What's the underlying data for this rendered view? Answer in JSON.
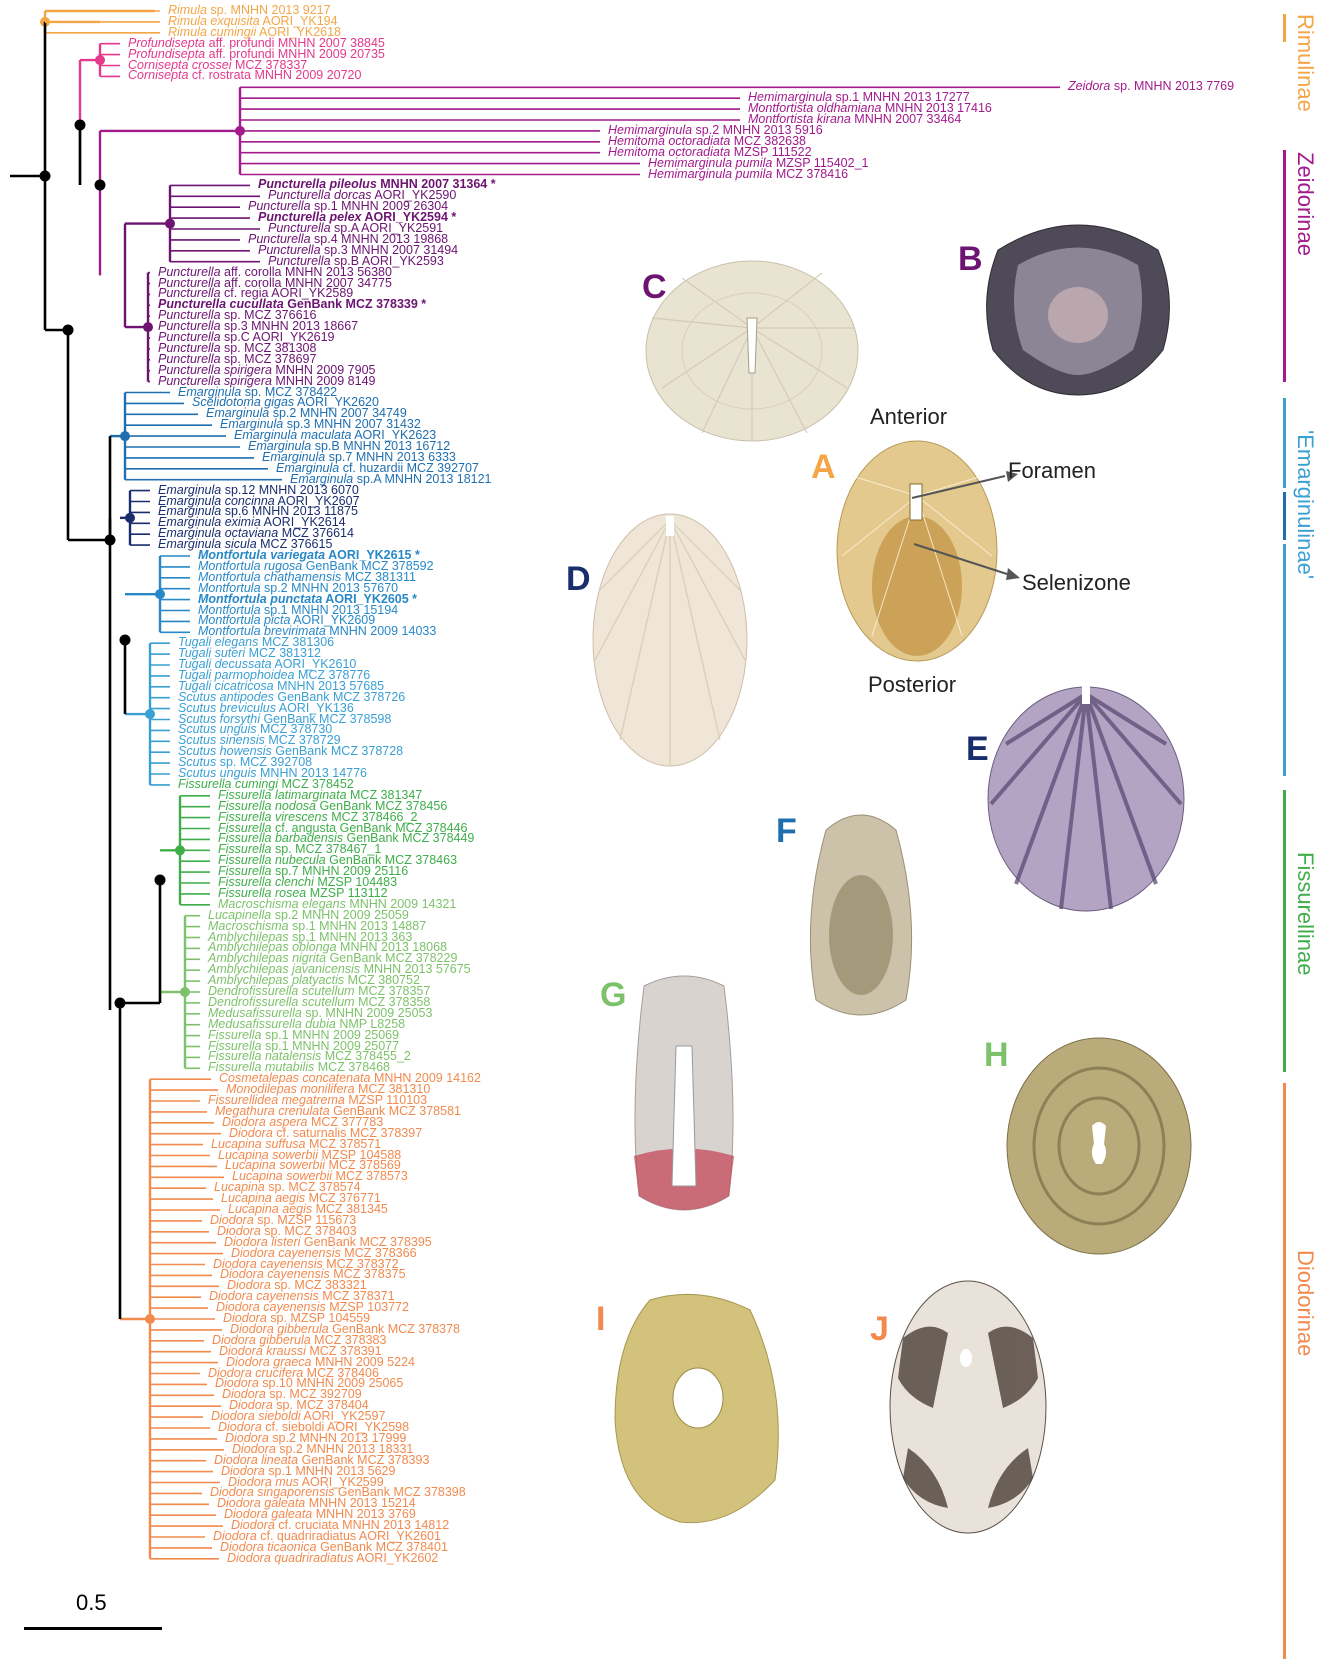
{
  "colors": {
    "rimulinae": "#f4a646",
    "rimula_light": "#f2b25a",
    "zeidorinae_pink": "#e4398c",
    "zeidorinae": "#a21a8c",
    "puncturella": "#6d1473",
    "emarg_blue": "#1f6fb0",
    "emarg_dark": "#1a2e6e",
    "montfortula": "#2788c8",
    "scutus": "#3aa0d4",
    "fissurella": "#3fae4a",
    "fiss_light": "#7dc26a",
    "diodorinae": "#f28a4e",
    "backbone": "#000000"
  },
  "tips": [
    {
      "g": "Rimula",
      "s": "sp.",
      "v": "MNHN 2013 9217",
      "c": "rimulinae"
    },
    {
      "g": "Rimula exquisita",
      "s": "",
      "v": "AORI_YK194",
      "c": "rimulinae"
    },
    {
      "g": "Rimula cumingii",
      "s": "",
      "v": "AORI_YK2618",
      "c": "rimulinae"
    },
    {
      "g": "Profundisepta",
      "s": "aff. profundi",
      "v": "MNHN 2007 38845",
      "c": "zeidorinae_pink"
    },
    {
      "g": "Profundisepta",
      "s": "aff. profundi",
      "v": "MNHN 2009 20735",
      "c": "zeidorinae_pink"
    },
    {
      "g": "Cornisepta crossei",
      "s": "",
      "v": "MCZ 378337",
      "c": "zeidorinae_pink"
    },
    {
      "g": "Cornisepta",
      "s": "cf. rostrata",
      "v": "MNHN 2009 20720",
      "c": "zeidorinae_pink"
    },
    {
      "g": "Zeidora",
      "s": "sp.",
      "v": "MNHN 2013 7769",
      "c": "zeidorinae"
    },
    {
      "g": "Hemimarginula",
      "s": "sp.1",
      "v": "MNHN 2013 17277",
      "c": "zeidorinae"
    },
    {
      "g": "Montfortista oldhamiana",
      "s": "",
      "v": "MNHN 2013 17416",
      "c": "zeidorinae"
    },
    {
      "g": "Montfortista kirana",
      "s": "",
      "v": "MNHN 2007 33464",
      "c": "zeidorinae"
    },
    {
      "g": "Hemimarginula",
      "s": "sp.2",
      "v": "MNHN 2013 5916",
      "c": "zeidorinae"
    },
    {
      "g": "Hemitoma octoradiata",
      "s": "",
      "v": "MCZ 382638",
      "c": "zeidorinae"
    },
    {
      "g": "Hemitoma octoradiata",
      "s": "",
      "v": "MZSP 111522",
      "c": "zeidorinae"
    },
    {
      "g": "Hemimarginula pumila",
      "s": "",
      "v": "MZSP 115402_1",
      "c": "zeidorinae"
    },
    {
      "g": "Hemimarginula pumila",
      "s": "",
      "v": "MCZ 378416",
      "c": "zeidorinae"
    },
    {
      "g": "Puncturella pileolus",
      "s": "",
      "v": "MNHN 2007 31364 *",
      "c": "puncturella",
      "b": true
    },
    {
      "g": "Puncturella dorcas",
      "s": "",
      "v": "AORI_YK2590",
      "c": "puncturella"
    },
    {
      "g": "Puncturella",
      "s": "sp.1",
      "v": "MNHN 2009 26304",
      "c": "puncturella"
    },
    {
      "g": "Puncturella pelex",
      "s": "",
      "v": "AORI_YK2594 *",
      "c": "puncturella",
      "b": true
    },
    {
      "g": "Puncturella",
      "s": "sp.A",
      "v": "AORI_YK2591",
      "c": "puncturella"
    },
    {
      "g": "Puncturella",
      "s": "sp.4",
      "v": "MNHN 2013 19868",
      "c": "puncturella"
    },
    {
      "g": "Puncturella",
      "s": "sp.3",
      "v": "MNHN 2007 31494",
      "c": "puncturella"
    },
    {
      "g": "Puncturella",
      "s": "sp.B",
      "v": "AORI_YK2593",
      "c": "puncturella"
    },
    {
      "g": "Puncturella",
      "s": "aff. corolla",
      "v": "MNHN 2013 56380",
      "c": "puncturella"
    },
    {
      "g": "Puncturella",
      "s": "aff. corolla",
      "v": "MNHN 2007 34775",
      "c": "puncturella"
    },
    {
      "g": "Puncturella",
      "s": "cf. regia",
      "v": "AORI_YK2589",
      "c": "puncturella"
    },
    {
      "g": "Puncturella cucullata",
      "s": "",
      "v": "GenBank MCZ 378339 *",
      "c": "puncturella",
      "b": true
    },
    {
      "g": "Puncturella",
      "s": "sp.",
      "v": "MCZ 376616",
      "c": "puncturella"
    },
    {
      "g": "Puncturella",
      "s": "sp.3",
      "v": "MNHN 2013 18667",
      "c": "puncturella"
    },
    {
      "g": "Puncturella",
      "s": "sp.C",
      "v": "AORI_YK2619",
      "c": "puncturella"
    },
    {
      "g": "Puncturella",
      "s": "sp.",
      "v": "MCZ 381308",
      "c": "puncturella"
    },
    {
      "g": "Puncturella",
      "s": "sp.",
      "v": "MCZ 378697",
      "c": "puncturella"
    },
    {
      "g": "Puncturella spirigera",
      "s": "",
      "v": "MNHN 2009 7905",
      "c": "puncturella"
    },
    {
      "g": "Puncturella spirigera",
      "s": "",
      "v": "MNHN 2009 8149",
      "c": "puncturella"
    },
    {
      "g": "Emarginula",
      "s": "sp.",
      "v": "MCZ 378422",
      "c": "emarg_blue"
    },
    {
      "g": "Scelidotoma gigas",
      "s": "",
      "v": "AORI_YK2620",
      "c": "emarg_blue"
    },
    {
      "g": "Emarginula",
      "s": "sp.2",
      "v": "MNHN 2007 34749",
      "c": "emarg_blue"
    },
    {
      "g": "Emarginula",
      "s": "sp.3",
      "v": "MNHN 2007 31432",
      "c": "emarg_blue"
    },
    {
      "g": "Emarginula maculata",
      "s": "",
      "v": "AORI_YK2623",
      "c": "emarg_blue"
    },
    {
      "g": "Emarginula",
      "s": "sp.B",
      "v": "MNHN 2013 16712",
      "c": "emarg_blue"
    },
    {
      "g": "Emarginula",
      "s": "sp.7",
      "v": "MNHN 2013 6333",
      "c": "emarg_blue"
    },
    {
      "g": "Emarginula",
      "s": "cf. huzardii",
      "v": "MCZ 392707",
      "c": "emarg_blue"
    },
    {
      "g": "Emarginula",
      "s": "sp.A",
      "v": "MNHN 2013 18121",
      "c": "emarg_blue"
    },
    {
      "g": "Emarginula",
      "s": "sp.12",
      "v": "MNHN 2013 6070",
      "c": "emarg_dark"
    },
    {
      "g": "Emarginula concinna",
      "s": "",
      "v": "AORI_YK2607",
      "c": "emarg_dark"
    },
    {
      "g": "Emarginula",
      "s": "sp.6",
      "v": "MNHN 2013 11875",
      "c": "emarg_dark"
    },
    {
      "g": "Emarginula eximia",
      "s": "",
      "v": "AORI_YK2614",
      "c": "emarg_dark"
    },
    {
      "g": "Emarginula octaviana",
      "s": "",
      "v": "MCZ 376614",
      "c": "emarg_dark"
    },
    {
      "g": "Emarginula sicula",
      "s": "",
      "v": "MCZ 376615",
      "c": "emarg_dark"
    },
    {
      "g": "Montfortula variegata",
      "s": "",
      "v": "AORI_YK2615 *",
      "c": "montfortula",
      "b": true
    },
    {
      "g": "Montfortula rugosa",
      "s": "",
      "v": "GenBank MCZ 378592",
      "c": "montfortula"
    },
    {
      "g": "Montfortula chathamensis",
      "s": "",
      "v": "MCZ 381311",
      "c": "montfortula"
    },
    {
      "g": "Montfortula",
      "s": "sp.2",
      "v": "MNHN 2013 57670",
      "c": "montfortula"
    },
    {
      "g": "Montfortula punctata",
      "s": "",
      "v": "AORI_YK2605 *",
      "c": "montfortula",
      "b": true
    },
    {
      "g": "Montfortula",
      "s": "sp.1",
      "v": "MNHN 2013 15194",
      "c": "montfortula"
    },
    {
      "g": "Montfortula picta",
      "s": "",
      "v": "AORI_YK2609",
      "c": "montfortula"
    },
    {
      "g": "Montfortula brevirimata",
      "s": "",
      "v": "MNHN 2009 14033",
      "c": "montfortula"
    },
    {
      "g": "Tugali elegans",
      "s": "",
      "v": "MCZ 381306",
      "c": "scutus"
    },
    {
      "g": "Tugali suteri",
      "s": "",
      "v": "MCZ 381312",
      "c": "scutus"
    },
    {
      "g": "Tugali decussata",
      "s": "",
      "v": "AORI_YK2610",
      "c": "scutus"
    },
    {
      "g": "Tugali parmophoidea",
      "s": "",
      "v": "MCZ 378776",
      "c": "scutus"
    },
    {
      "g": "Tugali cicatricosa",
      "s": "",
      "v": "MNHN 2013 57685",
      "c": "scutus"
    },
    {
      "g": "Scutus antipodes",
      "s": "",
      "v": "GenBank MCZ 378726",
      "c": "scutus"
    },
    {
      "g": "Scutus breviculus",
      "s": "",
      "v": "AORI_YK136",
      "c": "scutus"
    },
    {
      "g": "Scutus forsythi",
      "s": "",
      "v": "GenBank MCZ 378598",
      "c": "scutus"
    },
    {
      "g": "Scutus unguis",
      "s": "",
      "v": "MCZ 378730",
      "c": "scutus"
    },
    {
      "g": "Scutus sinensis",
      "s": "",
      "v": "MCZ 378729",
      "c": "scutus"
    },
    {
      "g": "Scutus howensis",
      "s": "",
      "v": "GenBank MCZ 378728",
      "c": "scutus"
    },
    {
      "g": "Scutus",
      "s": "sp.",
      "v": "MCZ 392708",
      "c": "scutus"
    },
    {
      "g": "Scutus unguis",
      "s": "",
      "v": "MNHN 2013 14776",
      "c": "scutus"
    },
    {
      "g": "Fissurella cumingi",
      "s": "",
      "v": "MCZ 378452",
      "c": "fissurella"
    },
    {
      "g": "Fissurella latimarginata",
      "s": "",
      "v": "MCZ 381347",
      "c": "fissurella"
    },
    {
      "g": "Fissurella nodosa",
      "s": "",
      "v": "GenBank MCZ 378456",
      "c": "fissurella"
    },
    {
      "g": "Fissurella virescens",
      "s": "",
      "v": "MCZ 378466_2",
      "c": "fissurella"
    },
    {
      "g": "Fissurella",
      "s": "cf. angusta",
      "v": "GenBank MCZ 378446",
      "c": "fissurella"
    },
    {
      "g": "Fissurella barbadensis",
      "s": "",
      "v": "GenBank MCZ 378449",
      "c": "fissurella"
    },
    {
      "g": "Fissurella",
      "s": "sp.",
      "v": "MCZ 378467_1",
      "c": "fissurella"
    },
    {
      "g": "Fissurella nubecula",
      "s": "",
      "v": "GenBank MCZ 378463",
      "c": "fissurella"
    },
    {
      "g": "Fissurella",
      "s": "sp.7",
      "v": "MNHN 2009 25116",
      "c": "fissurella"
    },
    {
      "g": "Fissurella clenchi",
      "s": "",
      "v": "MZSP 104483",
      "c": "fissurella"
    },
    {
      "g": "Fissurella rosea",
      "s": "",
      "v": "MZSP 113112",
      "c": "fissurella"
    },
    {
      "g": "Macroschisma elegans",
      "s": "",
      "v": "MNHN 2009 14321",
      "c": "fiss_light"
    },
    {
      "g": "Lucapinella",
      "s": "sp.2",
      "v": "MNHN 2009 25059",
      "c": "fiss_light"
    },
    {
      "g": "Macroschisma",
      "s": "sp.1",
      "v": "MNHN 2013 14887",
      "c": "fiss_light"
    },
    {
      "g": "Amblychilepas",
      "s": "sp.1",
      "v": "MNHN 2013 363",
      "c": "fiss_light"
    },
    {
      "g": "Amblychilepas oblonga",
      "s": "",
      "v": "MNHN 2013 18068",
      "c": "fiss_light"
    },
    {
      "g": "Amblychilepas nigrita",
      "s": "",
      "v": "GenBank MCZ 378229",
      "c": "fiss_light"
    },
    {
      "g": "Amblychilepas javanicensis",
      "s": "",
      "v": "MNHN 2013 57675",
      "c": "fiss_light"
    },
    {
      "g": "Amblychilepas platyactis",
      "s": "",
      "v": "MCZ 380752",
      "c": "fiss_light"
    },
    {
      "g": "Dendrofissurella scutellum",
      "s": "",
      "v": "MCZ 378357",
      "c": "fiss_light"
    },
    {
      "g": "Dendrofissurella scutellum",
      "s": "",
      "v": "MCZ 378358",
      "c": "fiss_light"
    },
    {
      "g": "Medusafissurella",
      "s": "sp.",
      "v": "MNHN 2009 25053",
      "c": "fiss_light"
    },
    {
      "g": "Medusafissurella dubia",
      "s": "",
      "v": "NMP L8258",
      "c": "fiss_light"
    },
    {
      "g": "Fissurella",
      "s": "sp.1",
      "v": "MNHN 2009 25069",
      "c": "fiss_light"
    },
    {
      "g": "Fissurella",
      "s": "sp.1",
      "v": "MNHN 2009 25077",
      "c": "fiss_light"
    },
    {
      "g": "Fissurella natalensis",
      "s": "",
      "v": "MCZ 378455_2",
      "c": "fiss_light"
    },
    {
      "g": "Fissurella mutabilis",
      "s": "",
      "v": "MCZ 378468",
      "c": "fiss_light"
    },
    {
      "g": "Cosmetalepas concatenata",
      "s": "",
      "v": "MNHN 2009 14162",
      "c": "diodorinae"
    },
    {
      "g": "Monodilepas monilifera",
      "s": "",
      "v": "MCZ 381310",
      "c": "diodorinae"
    },
    {
      "g": "Fissurellidea megatrema",
      "s": "",
      "v": "MZSP 110103",
      "c": "diodorinae"
    },
    {
      "g": "Megathura crenulata",
      "s": "",
      "v": "GenBank MCZ 378581",
      "c": "diodorinae"
    },
    {
      "g": "Diodora aspera",
      "s": "",
      "v": "MCZ 377783",
      "c": "diodorinae"
    },
    {
      "g": "Diodora",
      "s": "cf. saturnalis",
      "v": "MCZ 378397",
      "c": "diodorinae"
    },
    {
      "g": "Lucapina suffusa",
      "s": "",
      "v": "MCZ 378571",
      "c": "diodorinae"
    },
    {
      "g": "Lucapina sowerbii",
      "s": "",
      "v": "MZSP 104588",
      "c": "diodorinae"
    },
    {
      "g": "Lucapina sowerbii",
      "s": "",
      "v": "MCZ 378569",
      "c": "diodorinae"
    },
    {
      "g": "Lucapina sowerbii",
      "s": "",
      "v": "MCZ 378573",
      "c": "diodorinae"
    },
    {
      "g": "Lucapina",
      "s": "sp.",
      "v": "MCZ 378574",
      "c": "diodorinae"
    },
    {
      "g": "Lucapina aegis",
      "s": "",
      "v": "MCZ 376771",
      "c": "diodorinae"
    },
    {
      "g": "Lucapina aegis",
      "s": "",
      "v": "MCZ 381345",
      "c": "diodorinae"
    },
    {
      "g": "Diodora",
      "s": "sp.",
      "v": "MZSP 115673",
      "c": "diodorinae"
    },
    {
      "g": "Diodora",
      "s": "sp.",
      "v": "MCZ 378403",
      "c": "diodorinae"
    },
    {
      "g": "Diodora listeri",
      "s": "",
      "v": "GenBank MCZ 378395",
      "c": "diodorinae"
    },
    {
      "g": "Diodora cayenensis",
      "s": "",
      "v": "MCZ 378366",
      "c": "diodorinae"
    },
    {
      "g": "Diodora cayenensis",
      "s": "",
      "v": "MCZ 378372",
      "c": "diodorinae"
    },
    {
      "g": "Diodora cayenensis",
      "s": "",
      "v": "MCZ 378375",
      "c": "diodorinae"
    },
    {
      "g": "Diodora",
      "s": "sp.",
      "v": "MCZ 383321",
      "c": "diodorinae"
    },
    {
      "g": "Diodora cayenensis",
      "s": "",
      "v": "MCZ 378371",
      "c": "diodorinae"
    },
    {
      "g": "Diodora cayenensis",
      "s": "",
      "v": "MZSP 103772",
      "c": "diodorinae"
    },
    {
      "g": "Diodora",
      "s": "sp.",
      "v": "MZSP 104559",
      "c": "diodorinae"
    },
    {
      "g": "Diodora gibberula",
      "s": "",
      "v": "GenBank MCZ 378378",
      "c": "diodorinae"
    },
    {
      "g": "Diodora gibberula",
      "s": "",
      "v": "MCZ 378383",
      "c": "diodorinae"
    },
    {
      "g": "Diodora kraussi",
      "s": "",
      "v": "MCZ 378391",
      "c": "diodorinae"
    },
    {
      "g": "Diodora graeca",
      "s": "",
      "v": "MNHN 2009 5224",
      "c": "diodorinae"
    },
    {
      "g": "Diodora crucifera",
      "s": "",
      "v": "MCZ 378406",
      "c": "diodorinae"
    },
    {
      "g": "Diodora",
      "s": "sp.10",
      "v": "MNHN 2009 25065",
      "c": "diodorinae"
    },
    {
      "g": "Diodora",
      "s": "sp.",
      "v": "MCZ 392709",
      "c": "diodorinae"
    },
    {
      "g": "Diodora",
      "s": "sp.",
      "v": "MCZ 378404",
      "c": "diodorinae"
    },
    {
      "g": "Diodora sieboldi",
      "s": "",
      "v": "AORI_YK2597",
      "c": "diodorinae"
    },
    {
      "g": "Diodora",
      "s": "cf. sieboldi",
      "v": "AORI_YK2598",
      "c": "diodorinae"
    },
    {
      "g": "Diodora",
      "s": "sp.2",
      "v": "MNHN 2013 17999",
      "c": "diodorinae"
    },
    {
      "g": "Diodora",
      "s": "sp.2",
      "v": "MNHN 2013 18331",
      "c": "diodorinae"
    },
    {
      "g": "Diodora lineata",
      "s": "",
      "v": "GenBank MCZ 378393",
      "c": "diodorinae"
    },
    {
      "g": "Diodora",
      "s": "sp.1",
      "v": "MNHN 2013 5629",
      "c": "diodorinae"
    },
    {
      "g": "Diodora mus",
      "s": "",
      "v": "AORI_YK2599",
      "c": "diodorinae"
    },
    {
      "g": "Diodora singaporensis",
      "s": "",
      "v": "GenBank MCZ 378398",
      "c": "diodorinae"
    },
    {
      "g": "Diodora galeata",
      "s": "",
      "v": "MNHN 2013 15214",
      "c": "diodorinae"
    },
    {
      "g": "Diodora galeata",
      "s": "",
      "v": "MNHN 2013 3769",
      "c": "diodorinae"
    },
    {
      "g": "Diodora",
      "s": "cf. cruciata",
      "v": "MNHN 2013 14812",
      "c": "diodorinae"
    },
    {
      "g": "Diodora",
      "s": "cf. quadriradiatus",
      "v": "AORI_YK2601",
      "c": "diodorinae"
    },
    {
      "g": "Diodora ticaonica",
      "s": "",
      "v": "GenBank MCZ 378401",
      "c": "diodorinae"
    },
    {
      "g": "Diodora quadriradiatus",
      "s": "",
      "v": "AORI_YK2602",
      "c": "diodorinae"
    }
  ],
  "clades": [
    {
      "name": "Rimulinae",
      "color": "rimulinae"
    },
    {
      "name": "Zeidorinae",
      "color": "zeidorinae"
    },
    {
      "name": "'Emarginulinae'",
      "color": "montfortula"
    },
    {
      "name": "Fissurellinae",
      "color": "fissurella"
    },
    {
      "name": "Diodorinae",
      "color": "diodorinae"
    }
  ],
  "shell_letters": [
    "A",
    "B",
    "C",
    "D",
    "E",
    "F",
    "G",
    "H",
    "I",
    "J"
  ],
  "annotations": {
    "anterior": "Anterior",
    "posterior": "Posterior",
    "foramen": "Foramen",
    "selenizone": "Selenizone"
  },
  "scale": {
    "label": "0.5"
  }
}
